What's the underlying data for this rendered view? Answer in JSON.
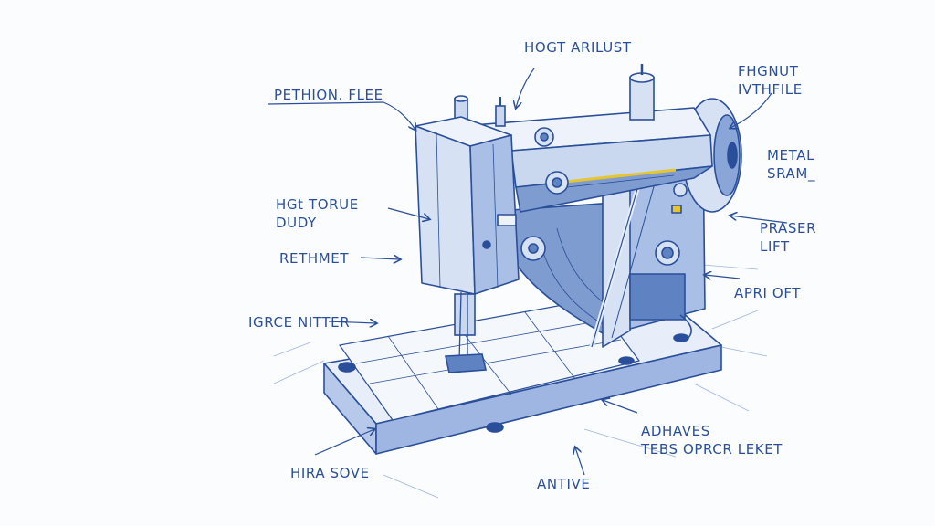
{
  "colors": {
    "ink": "#2a4f9a",
    "ink_light": "#7f9dd1",
    "body_fill": "#c9d8ef",
    "shadow_fill": "#5f82c2",
    "accent": "#e6c630",
    "paper": "#fbfcfe"
  },
  "labels": {
    "top_center": "HOGT ARILUST",
    "top_right_line1": "FHGNUT",
    "top_right_line2": "IVTHFILE",
    "top_left": "PETHION. FLEE",
    "right_metal_line1": "METAL",
    "right_metal_line2": "SRAM_",
    "left_torque_line1": "HGt TORUE",
    "left_torque_line2": "DUDY",
    "right_praser_line1": "PRASER",
    "right_praser_line2": "LIFT",
    "left_rethmet": "RETHMET",
    "right_apri": "APRI OFT",
    "left_igrce": "IGRCE NITTER",
    "bottom_right_line1": "ADHAVES",
    "bottom_right_line2": "TEBS OPRCR LEKET",
    "bottom_left": "HIRA SOVE",
    "bottom_center": "ANTIVE"
  }
}
